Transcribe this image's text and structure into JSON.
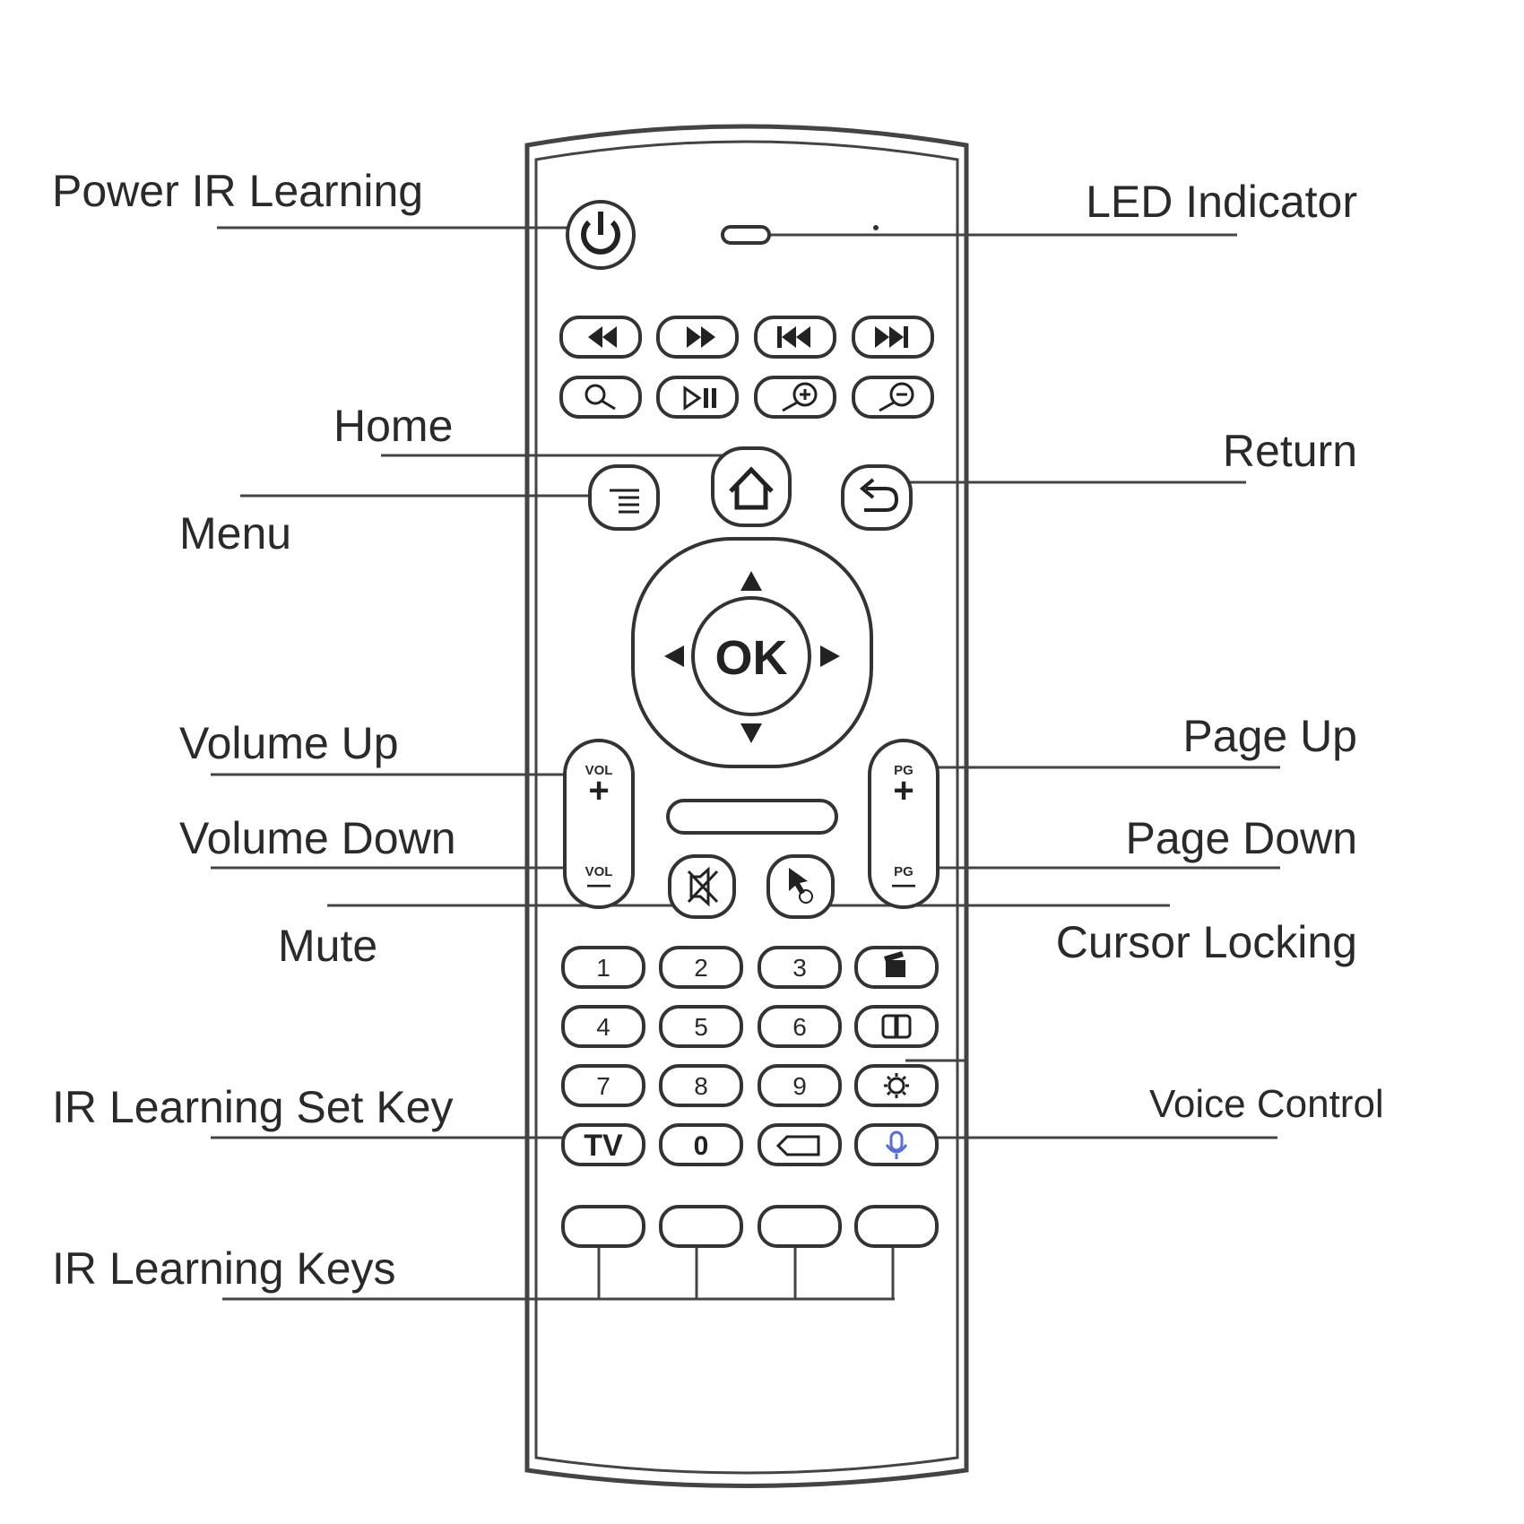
{
  "labels": {
    "power_ir_learning": "Power IR Learning",
    "led_indicator": "LED Indicator",
    "home": "Home",
    "return": "Return",
    "menu": "Menu",
    "volume_up": "Volume Up",
    "page_up": "Page Up",
    "volume_down": "Volume Down",
    "page_down": "Page Down",
    "mute": "Mute",
    "cursor_locking": "Cursor Locking",
    "ir_learning_set_key": "IR Learning Set Key",
    "voice_control": "Voice Control",
    "ir_learning_keys": "IR Learning Keys"
  },
  "keys": {
    "ok": "OK",
    "vol": "VOL",
    "pg": "PG",
    "plus": "+",
    "minus": "—",
    "tv": "TV",
    "digits": [
      "1",
      "2",
      "3",
      "4",
      "5",
      "6",
      "7",
      "8",
      "9",
      "0"
    ]
  },
  "icons": {
    "power": "power-icon",
    "home": "home-icon",
    "menu": "menu-icon",
    "return": "return-icon",
    "rewind": "rewind-icon",
    "fast_forward": "fast-forward-icon",
    "previous": "skip-previous-icon",
    "next": "skip-next-icon",
    "search": "search-icon",
    "play_pause": "play-pause-icon",
    "zoom_in": "zoom-in-icon",
    "zoom_out": "zoom-out-icon",
    "mute": "mute-icon",
    "cursor": "cursor-icon",
    "media": "clapperboard-icon",
    "window": "window-icon",
    "settings": "gear-icon",
    "delete": "backspace-icon",
    "microphone": "microphone-icon"
  },
  "colors": {
    "outline": "#333333",
    "label_text": "#2a2a2a",
    "microphone": "#5a6fd0"
  }
}
